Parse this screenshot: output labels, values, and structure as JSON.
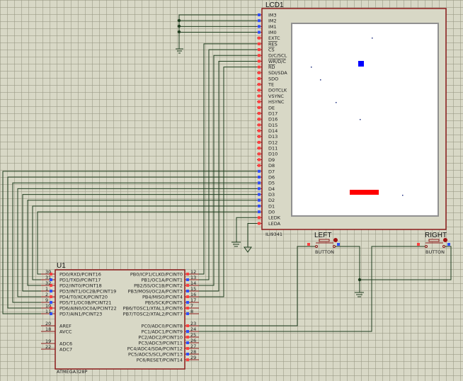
{
  "lcd": {
    "ref": "LCD1",
    "part": "ILI9341",
    "pins": [
      "IM3",
      "IM2",
      "IM1",
      "IM0",
      "EXTC",
      "RES",
      "CS",
      "D/C/SCL",
      "WR/D/C",
      "RD",
      "SDI/SDA",
      "SDO",
      "TE",
      "DOTCLK",
      "VSYNC",
      "HSYNC",
      "DE",
      "D17",
      "D16",
      "D15",
      "D14",
      "D13",
      "D12",
      "D11",
      "D10",
      "D9",
      "D8",
      "D7",
      "D6",
      "D5",
      "D4",
      "D3",
      "D2",
      "D1",
      "D0",
      "LEDK",
      "LEDA"
    ],
    "overlined_pins": [
      "RES",
      "CS",
      "WR/D/C",
      "RD"
    ]
  },
  "mcu": {
    "ref": "U1",
    "part": "ATMEGA328P",
    "left_pins": [
      {
        "num": "30",
        "name": "PD0/RXD/PCINT16"
      },
      {
        "num": "31",
        "name": "PD1/TXD/PCINT17"
      },
      {
        "num": "32",
        "name": "PD2/INT0/PCINT18"
      },
      {
        "num": "1",
        "name": "PD3/INT1/OC2B/PCINT19"
      },
      {
        "num": "2",
        "name": "PD4/T0/XCK/PCINT20"
      },
      {
        "num": "9",
        "name": "PD5/T1/OC0B/PCINT21"
      },
      {
        "num": "10",
        "name": "PD6/AIN0/OC0A/PCINT22"
      },
      {
        "num": "11",
        "name": "PD7/AIN1/PCINT23"
      },
      {
        "num": "20",
        "name": "AREF"
      },
      {
        "num": "18",
        "name": "AVCC"
      },
      {
        "num": "19",
        "name": "ADC6"
      },
      {
        "num": "22",
        "name": "ADC7"
      }
    ],
    "right_pins": [
      {
        "num": "12",
        "name": "PB0/ICP1/CLKO/PCINT0"
      },
      {
        "num": "13",
        "name": "PB1/OC1A/PCINT1"
      },
      {
        "num": "14",
        "name": "PB2/SS/OC1B/PCINT2"
      },
      {
        "num": "15",
        "name": "PB3/MOSI/OC2A/PCINT3"
      },
      {
        "num": "16",
        "name": "PB4/MISO/PCINT4"
      },
      {
        "num": "17",
        "name": "PB5/SCK/PCINT5"
      },
      {
        "num": "7",
        "name": "PB6/TOSC1/XTAL1/PCINT6"
      },
      {
        "num": "8",
        "name": "PB7/TOSC2/XTAL2/PCINT7"
      },
      {
        "num": "23",
        "name": "PC0/ADC0/PCINT8"
      },
      {
        "num": "24",
        "name": "PC1/ADC1/PCINT9"
      },
      {
        "num": "25",
        "name": "PC2/ADC2/PCINT10"
      },
      {
        "num": "26",
        "name": "PC3/ADC3/PCINT11"
      },
      {
        "num": "27",
        "name": "PC4/ADC4/SDA/PCINT12"
      },
      {
        "num": "28",
        "name": "PC5/ADC5/SCL/PCINT13"
      },
      {
        "num": "29",
        "name": "PC6/RESET/PCINT14"
      }
    ]
  },
  "buttons": [
    {
      "ref": "LEFT",
      "part": "BUTTON"
    },
    {
      "ref": "RIGHT",
      "part": "BUTTON"
    }
  ],
  "colors": {
    "wire": "#1e3d1e",
    "component_outline": "#8b1a1a",
    "component_fill": "#d8d8c6",
    "screen": "#ffffff",
    "paddle": "#ff0000",
    "ball": "#0000ff",
    "pin_red": "#ff4040",
    "pin_blue": "#3050ff"
  }
}
